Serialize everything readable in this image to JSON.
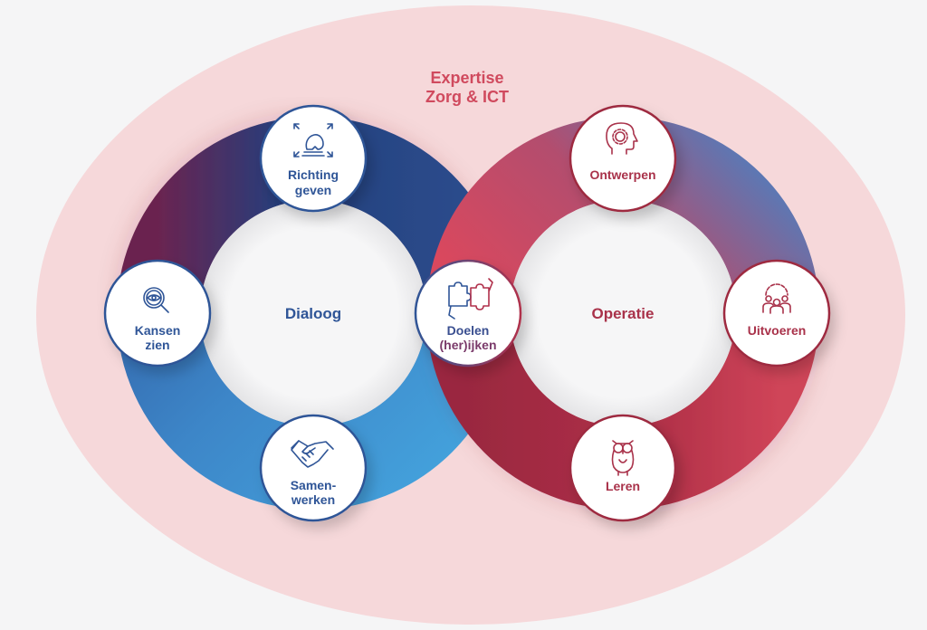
{
  "header": {
    "line1": "Expertise",
    "line2": "Zorg & ICT"
  },
  "colors": {
    "background": "#f5f5f6",
    "ellipse": "#f6d8da",
    "blue_dark": "#233a78",
    "blue_mid": "#2b5597",
    "blue_light": "#3f9ad6",
    "red": "#d64b5f",
    "red_dark": "#9e2a40",
    "purple": "#5a2a5e",
    "blue_text": "#2f5597",
    "red_text": "#a9324a",
    "title_text": "#d04a5e"
  },
  "loops": {
    "left": {
      "label": "Dialoog"
    },
    "right": {
      "label": "Operatie"
    }
  },
  "nodes": [
    {
      "id": "richting-geven",
      "lines": [
        "Richting",
        "geven"
      ],
      "icon": "chess-knight-icon",
      "side": "blue"
    },
    {
      "id": "kansen-zien",
      "lines": [
        "Kansen",
        "zien"
      ],
      "icon": "magnifier-eye-icon",
      "side": "blue"
    },
    {
      "id": "samenwerken",
      "lines": [
        "Samen-",
        "werken"
      ],
      "icon": "handshake-icon",
      "side": "blue"
    },
    {
      "id": "doelen-herijken",
      "lines": [
        "Doelen",
        "(her)ijken"
      ],
      "icon": "puzzle-hands-icon",
      "side": "mixed"
    },
    {
      "id": "ontwerpen",
      "lines": [
        "Ontwerpen"
      ],
      "icon": "head-gear-icon",
      "side": "red"
    },
    {
      "id": "uitvoeren",
      "lines": [
        "Uitvoeren"
      ],
      "icon": "team-gear-icon",
      "side": "red"
    },
    {
      "id": "leren",
      "lines": [
        "Leren"
      ],
      "icon": "owl-icon",
      "side": "red"
    }
  ]
}
